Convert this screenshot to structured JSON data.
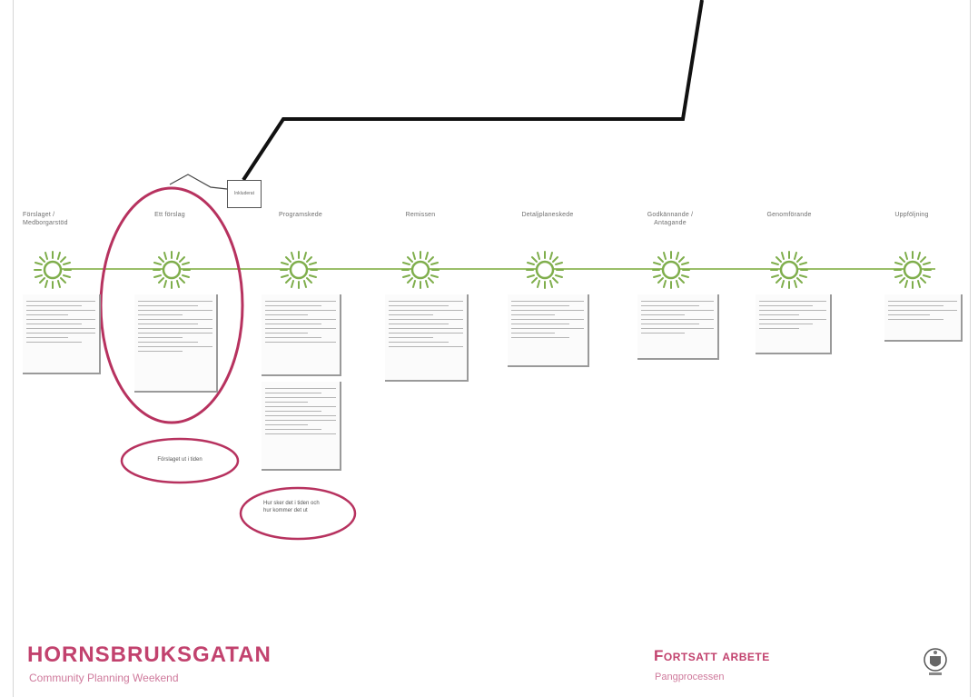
{
  "header": {
    "title": "HORNSBRUKSGATAN",
    "subtitle": "Community Planning Weekend"
  },
  "footer_right": {
    "title": "Fortsatt arbete",
    "subtitle": "Pangprocessen"
  },
  "colors": {
    "brand": "#c2426e",
    "brand_light": "#cf7a9c",
    "timeline": "#9bbf6a",
    "sun": "#7fae4c",
    "marker": "#b7325f"
  },
  "steps": [
    {
      "label": "Förslaget / Medborgarstöd"
    },
    {
      "label": "Ett förslag"
    },
    {
      "label": "Programskede"
    },
    {
      "label": "Remissen"
    },
    {
      "label": "Detaljplaneskede"
    },
    {
      "label": "Godkännande / Antagande"
    },
    {
      "label": "Genomförande"
    },
    {
      "label": "Uppföljning"
    }
  ],
  "annotations": {
    "tag_box": "Inkluderat",
    "ellipse_1": "Förslaget ut i tiden",
    "ellipse_2": "Hur sker det i tiden och hur kommer det ut"
  },
  "logo": {
    "icon": "crest-icon"
  }
}
